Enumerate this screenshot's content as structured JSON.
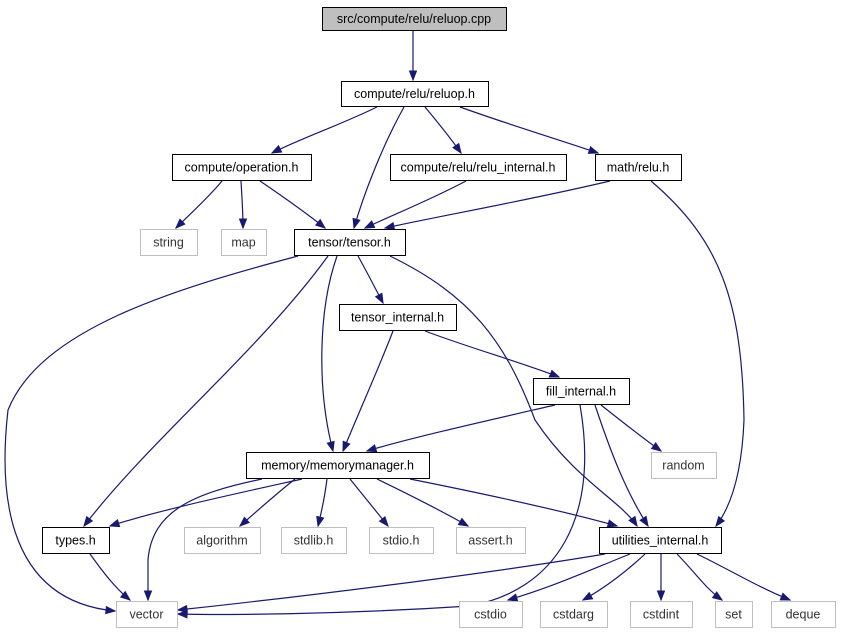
{
  "graph": {
    "edge_color": "#191970",
    "nodes": {
      "root": {
        "label": "src/compute/relu/reluop.cpp",
        "style": "root"
      },
      "reluop_h": {
        "label": "compute/relu/reluop.h",
        "style": "normal"
      },
      "operation_h": {
        "label": "compute/operation.h",
        "style": "normal"
      },
      "relu_internal_h": {
        "label": "compute/relu/relu_internal.h",
        "style": "normal"
      },
      "math_relu_h": {
        "label": "math/relu.h",
        "style": "normal"
      },
      "string": {
        "label": "string",
        "style": "external"
      },
      "map": {
        "label": "map",
        "style": "external"
      },
      "tensor_h": {
        "label": "tensor/tensor.h",
        "style": "normal"
      },
      "tensor_internal_h": {
        "label": "tensor_internal.h",
        "style": "normal"
      },
      "fill_internal_h": {
        "label": "fill_internal.h",
        "style": "normal"
      },
      "random": {
        "label": "random",
        "style": "external"
      },
      "memorymanager_h": {
        "label": "memory/memorymanager.h",
        "style": "normal"
      },
      "types_h": {
        "label": "types.h",
        "style": "normal"
      },
      "algorithm": {
        "label": "algorithm",
        "style": "external"
      },
      "stdlib_h": {
        "label": "stdlib.h",
        "style": "external"
      },
      "stdio_h": {
        "label": "stdio.h",
        "style": "external"
      },
      "assert_h": {
        "label": "assert.h",
        "style": "external"
      },
      "utilities_internal_h": {
        "label": "utilities_internal.h",
        "style": "normal"
      },
      "vector": {
        "label": "vector",
        "style": "external"
      },
      "cstdio": {
        "label": "cstdio",
        "style": "external"
      },
      "cstdarg": {
        "label": "cstdarg",
        "style": "external"
      },
      "cstdint": {
        "label": "cstdint",
        "style": "external"
      },
      "set": {
        "label": "set",
        "style": "external"
      },
      "deque": {
        "label": "deque",
        "style": "external"
      }
    },
    "edges": [
      [
        "root",
        "reluop_h"
      ],
      [
        "reluop_h",
        "operation_h"
      ],
      [
        "reluop_h",
        "tensor_h"
      ],
      [
        "reluop_h",
        "relu_internal_h"
      ],
      [
        "reluop_h",
        "math_relu_h"
      ],
      [
        "operation_h",
        "string"
      ],
      [
        "operation_h",
        "map"
      ],
      [
        "operation_h",
        "tensor_h"
      ],
      [
        "relu_internal_h",
        "tensor_h"
      ],
      [
        "math_relu_h",
        "tensor_h"
      ],
      [
        "math_relu_h",
        "utilities_internal_h"
      ],
      [
        "tensor_h",
        "vector"
      ],
      [
        "tensor_h",
        "types_h"
      ],
      [
        "tensor_h",
        "memorymanager_h"
      ],
      [
        "tensor_h",
        "tensor_internal_h"
      ],
      [
        "tensor_h",
        "utilities_internal_h"
      ],
      [
        "tensor_internal_h",
        "memorymanager_h"
      ],
      [
        "tensor_internal_h",
        "fill_internal_h"
      ],
      [
        "fill_internal_h",
        "memorymanager_h"
      ],
      [
        "fill_internal_h",
        "random"
      ],
      [
        "fill_internal_h",
        "utilities_internal_h"
      ],
      [
        "fill_internal_h",
        "vector"
      ],
      [
        "memorymanager_h",
        "types_h"
      ],
      [
        "memorymanager_h",
        "vector"
      ],
      [
        "memorymanager_h",
        "algorithm"
      ],
      [
        "memorymanager_h",
        "stdlib_h"
      ],
      [
        "memorymanager_h",
        "stdio_h"
      ],
      [
        "memorymanager_h",
        "assert_h"
      ],
      [
        "memorymanager_h",
        "utilities_internal_h"
      ],
      [
        "types_h",
        "vector"
      ],
      [
        "utilities_internal_h",
        "vector"
      ],
      [
        "utilities_internal_h",
        "cstdio"
      ],
      [
        "utilities_internal_h",
        "cstdarg"
      ],
      [
        "utilities_internal_h",
        "cstdint"
      ],
      [
        "utilities_internal_h",
        "set"
      ],
      [
        "utilities_internal_h",
        "deque"
      ]
    ]
  }
}
